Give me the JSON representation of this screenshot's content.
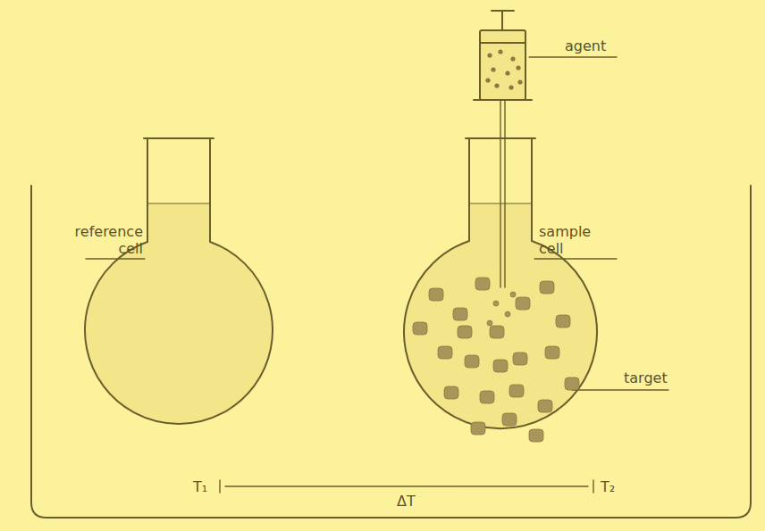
{
  "diagram": {
    "labels": [
      "agent",
      "reference cell",
      "sample cell",
      "target",
      "T₁",
      "T₂",
      "ΔT"
    ]
  }
}
